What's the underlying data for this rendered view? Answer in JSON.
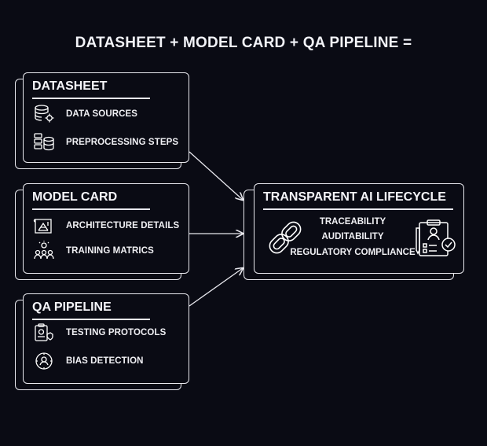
{
  "title": "DATASHEET + MODEL CARD + QA PIPELINE =",
  "datasheet": {
    "title": "DATASHEET",
    "items": [
      {
        "label": "DATA SOURCES",
        "icon": "database-gear-icon"
      },
      {
        "label": "PREPROCESSING STEPS",
        "icon": "server-database-icon"
      }
    ]
  },
  "model_card": {
    "title": "MODEL CARD",
    "items": [
      {
        "label": "ARCHITECTURE DETAILS",
        "icon": "blueprint-icon"
      },
      {
        "label": "TRAINING MATRICS",
        "icon": "team-idea-icon"
      }
    ]
  },
  "qa_pipeline": {
    "title": "QA PIPELINE",
    "items": [
      {
        "label": "TESTING PROTOCOLS",
        "icon": "clipboard-gear-icon"
      },
      {
        "label": "BIAS DETECTION",
        "icon": "bias-scan-icon"
      }
    ]
  },
  "lifecycle": {
    "title": "TRANSPARENT AI LIFECYCLE",
    "items": [
      "TRACEABILITY",
      "AUDITABILITY",
      "REGULATORY COMPLIANCE"
    ],
    "icons": [
      "chain-link-icon",
      "checklist-approval-icon"
    ]
  }
}
